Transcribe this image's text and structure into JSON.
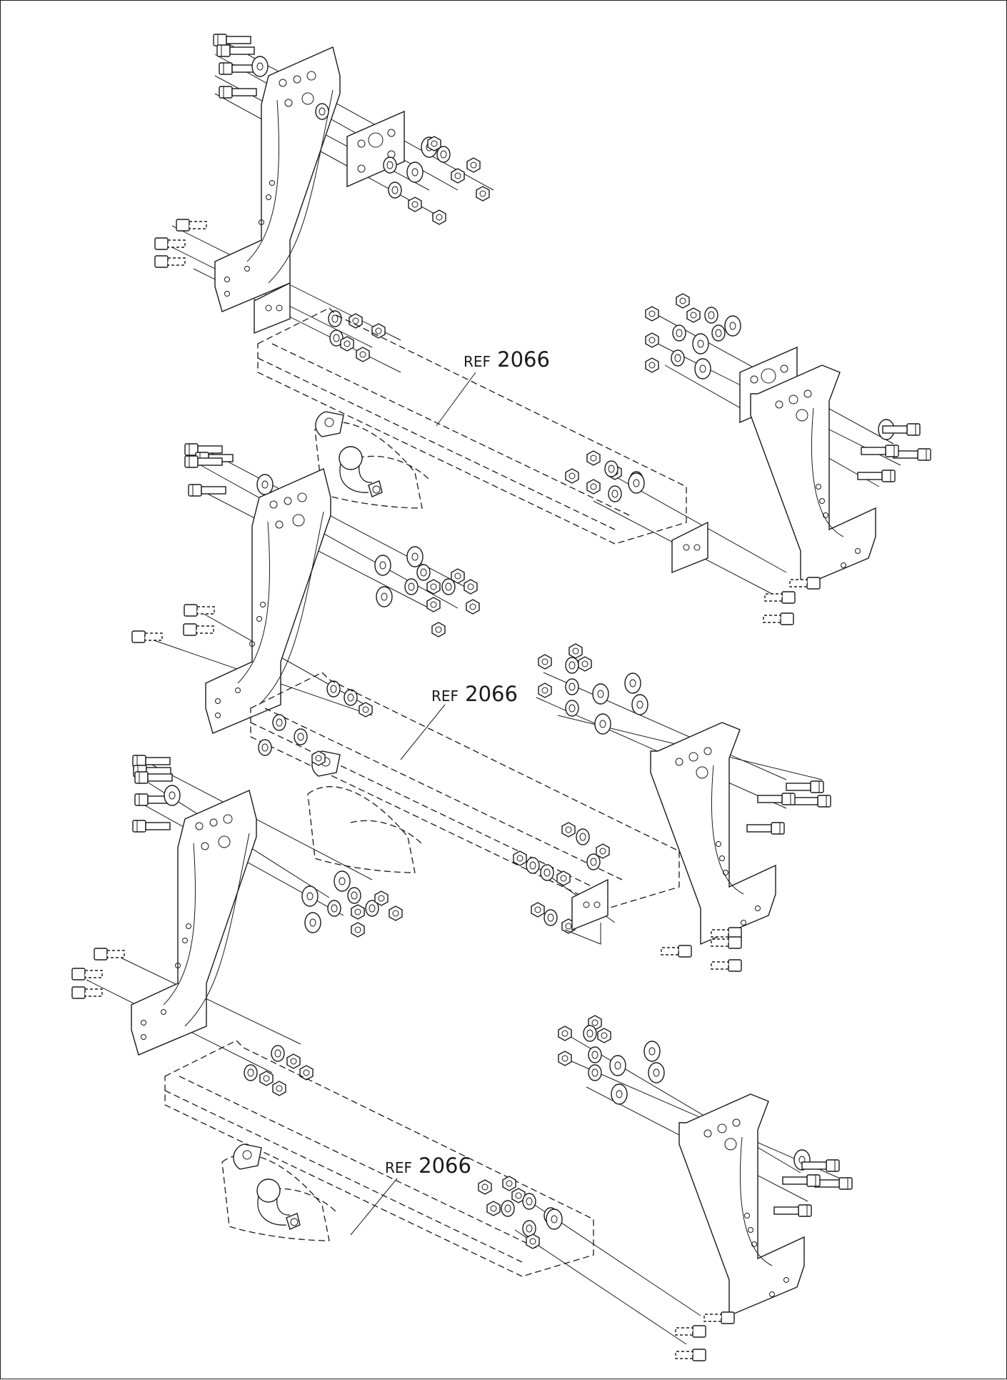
{
  "diagram": {
    "callouts": [
      {
        "prefix": "REF",
        "number": "2066"
      },
      {
        "prefix": "REF",
        "number": "2066"
      },
      {
        "prefix": "REF",
        "number": "2066"
      }
    ]
  }
}
